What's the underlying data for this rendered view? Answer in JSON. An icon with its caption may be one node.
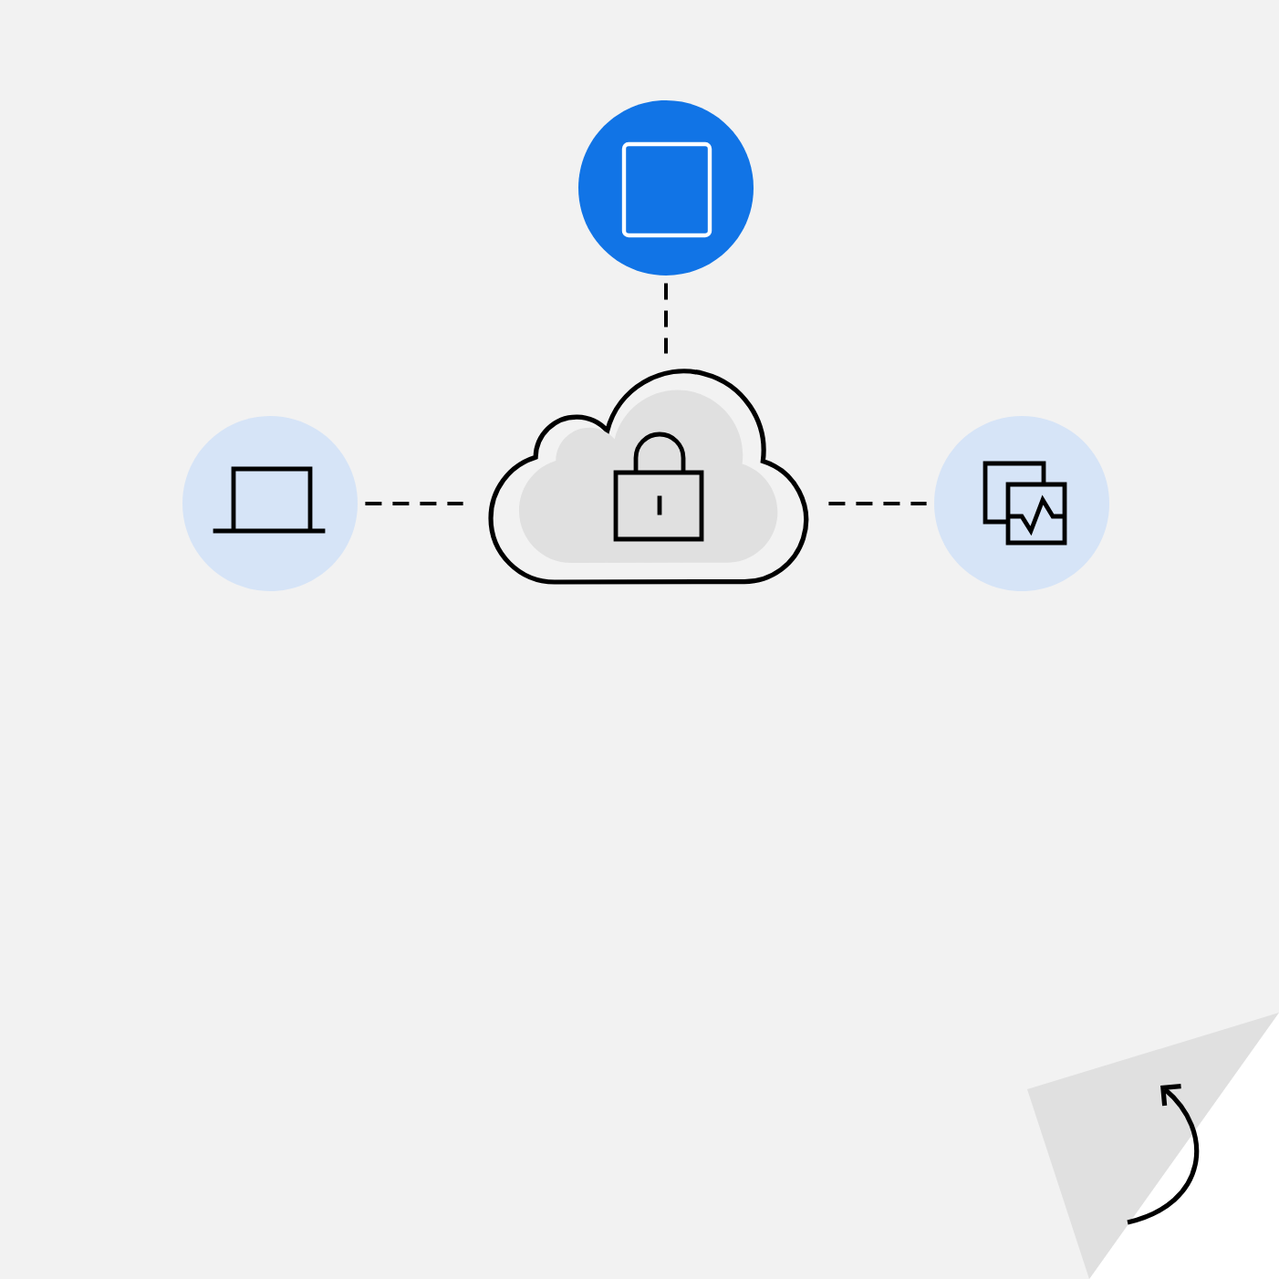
{
  "diagram": {
    "nodes": [
      {
        "text": [],
        "shape": "circle"
      },
      {
        "text": [],
        "shape": "circle"
      },
      {
        "text": [],
        "shape": "cloud"
      },
      {
        "text": [],
        "shape": "circle"
      }
    ],
    "edges": [
      {
        "from": 0,
        "to": 2,
        "arrow": "none",
        "style": "dashed"
      },
      {
        "from": 1,
        "to": 2,
        "arrow": "none",
        "style": "dashed"
      },
      {
        "from": 2,
        "to": 3,
        "arrow": "none",
        "style": "dashed"
      }
    ]
  }
}
